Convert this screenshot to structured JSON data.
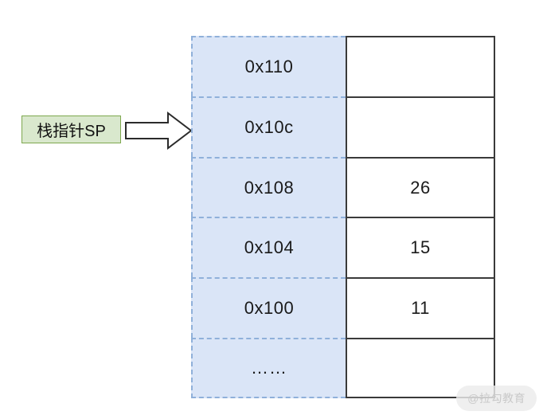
{
  "diagram": {
    "title": "Stack memory layout with stack pointer",
    "colors": {
      "address_fill": "#dae5f7",
      "address_border": "#8fb0da",
      "value_fill": "#ffffff",
      "value_border": "#3a3a3a",
      "label_fill": "#d9e8cd",
      "label_border": "#7ea84f",
      "text": "#1a1a1a",
      "watermark": "#c9c9c9"
    }
  },
  "pointer": {
    "label": "栈指针SP",
    "arrow_icon": "right-block-arrow",
    "points_to_address": "0x10c"
  },
  "memory": {
    "rows": [
      {
        "address": "0x110",
        "value": ""
      },
      {
        "address": "0x10c",
        "value": ""
      },
      {
        "address": "0x108",
        "value": "26"
      },
      {
        "address": "0x104",
        "value": "15"
      },
      {
        "address": "0x100",
        "value": "11"
      },
      {
        "address": "……",
        "value": ""
      }
    ]
  },
  "watermark": {
    "text": "@拉勾教育"
  }
}
